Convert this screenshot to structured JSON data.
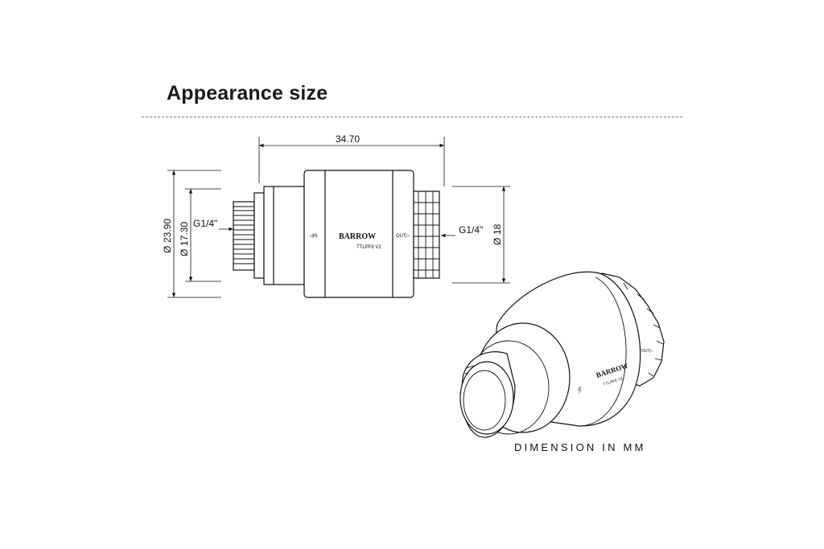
{
  "header": {
    "title": "Appearance size"
  },
  "dimensions": {
    "overall_length": "34.70",
    "outer_diameter": "23.90",
    "thread_diameter": "17.30",
    "right_diameter": "18",
    "thread_left": "G1/4\"",
    "thread_right": "G1/4\"",
    "diameter_symbol": "Ø"
  },
  "fitting": {
    "brand": "BARROW",
    "model": "TTLPF8 V2",
    "port_in": "◁IN",
    "port_out": "OUT▷"
  },
  "footer": {
    "note": "DIMENSION IN MM"
  }
}
